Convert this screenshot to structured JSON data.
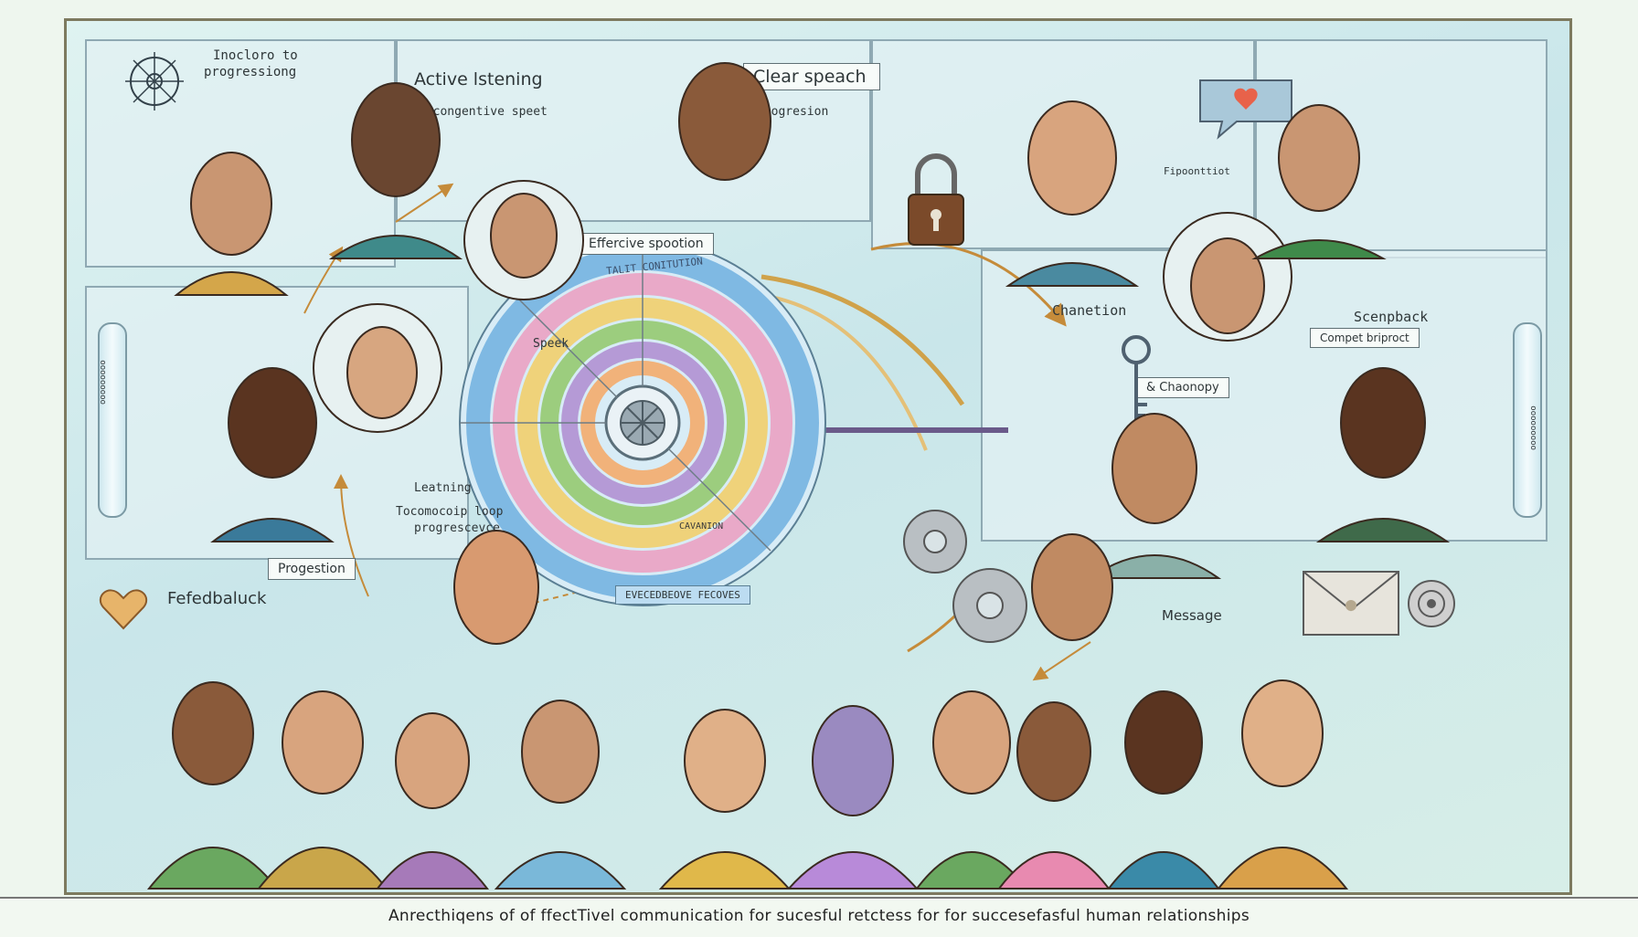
{
  "labels": {
    "top_left_note_1": "Inocloro to",
    "top_left_note_2": "progressiong",
    "active_listening": "Active lstening",
    "active_listening_sub": "& congentive speet",
    "clear_speech": "Clear speach",
    "progression_top": "roogresion",
    "fipoontiot": "Fipoonttiot",
    "effective_spootion": "Effercive spootion",
    "speek": "Speek",
    "chanetion": "Chanetion",
    "scenpback": "Scenpback",
    "compet_briproct": "Compet briproct",
    "chaonopy": "& Chaonopy",
    "leatning": "Leatning",
    "tocomocoip_loop": "Tocomocoip loop",
    "progrescevce": "progrescevce",
    "progestion": "Progestion",
    "fefedbaluck": "Fefedbaluck",
    "message": "Message",
    "left_tube_text": "ooooooooo",
    "right_tube_text": "ooooooooo"
  },
  "wheel": {
    "outer_ring_text": "TALIT CONITUTION",
    "bottom_band": "EVECEDBEOVE FECOVES",
    "inner_label": "CAVANION"
  },
  "caption": "Anrecthiqens of of ffectTivel communication for sucesful retctess for for succesefasful human relationships",
  "colors": {
    "frame": "#7d7a5f",
    "panel_border": "#8fa9b3",
    "ring_blue": "#7fb9e3",
    "ring_pink": "#e9a9c8",
    "ring_yellow": "#efd27a",
    "ring_green": "#9ccd7e",
    "ring_purple": "#b59ad6",
    "ring_orange": "#f1b27a"
  }
}
